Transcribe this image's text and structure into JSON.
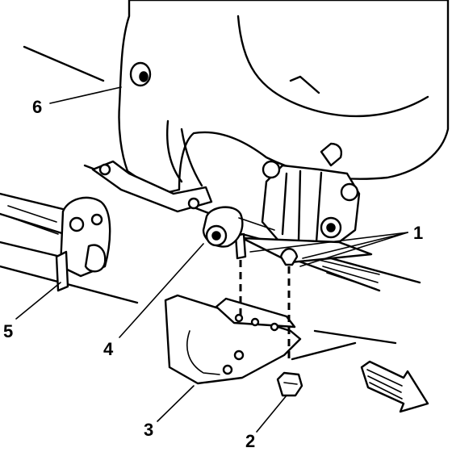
{
  "callouts": [
    {
      "id": "1",
      "label": "1"
    },
    {
      "id": "2",
      "label": "2"
    },
    {
      "id": "3",
      "label": "3"
    },
    {
      "id": "4",
      "label": "4"
    },
    {
      "id": "5",
      "label": "5"
    },
    {
      "id": "6",
      "label": "6"
    }
  ],
  "colors": {
    "ink": "#000000",
    "paper": "#ffffff"
  },
  "icons": [
    "direction-arrow-icon"
  ]
}
